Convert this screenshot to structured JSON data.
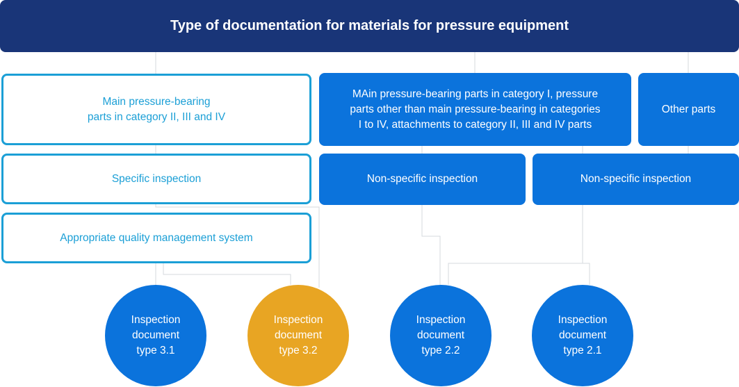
{
  "header": {
    "title": "Type of documentation for materials for pressure equipment"
  },
  "row1": {
    "left": "Main pressure-bearing\nparts in category II, III and IV",
    "middle": "MAin pressure-bearing parts in category I, pressure\nparts other than main pressure-bearing in categories\nI to IV, attachments to category II, III and IV parts",
    "right": "Other parts"
  },
  "row2": {
    "left": "Specific inspection",
    "middle": "Non-specific inspection",
    "right": "Non-specific inspection"
  },
  "row3": {
    "left": "Appropriate quality management system"
  },
  "documents": [
    {
      "label": "Inspection\ndocument\ntype 3.1"
    },
    {
      "label": "Inspection\ndocument\ntype 3.2"
    },
    {
      "label": "Inspection\ndocument\ntype 2.2"
    },
    {
      "label": "Inspection\ndocument\ntype 2.1"
    }
  ],
  "colors": {
    "header": "#193578",
    "outline": "#1b9fd6",
    "filled": "#0b73dc",
    "highlight": "#e8a523",
    "connector": "#d6d9de"
  }
}
